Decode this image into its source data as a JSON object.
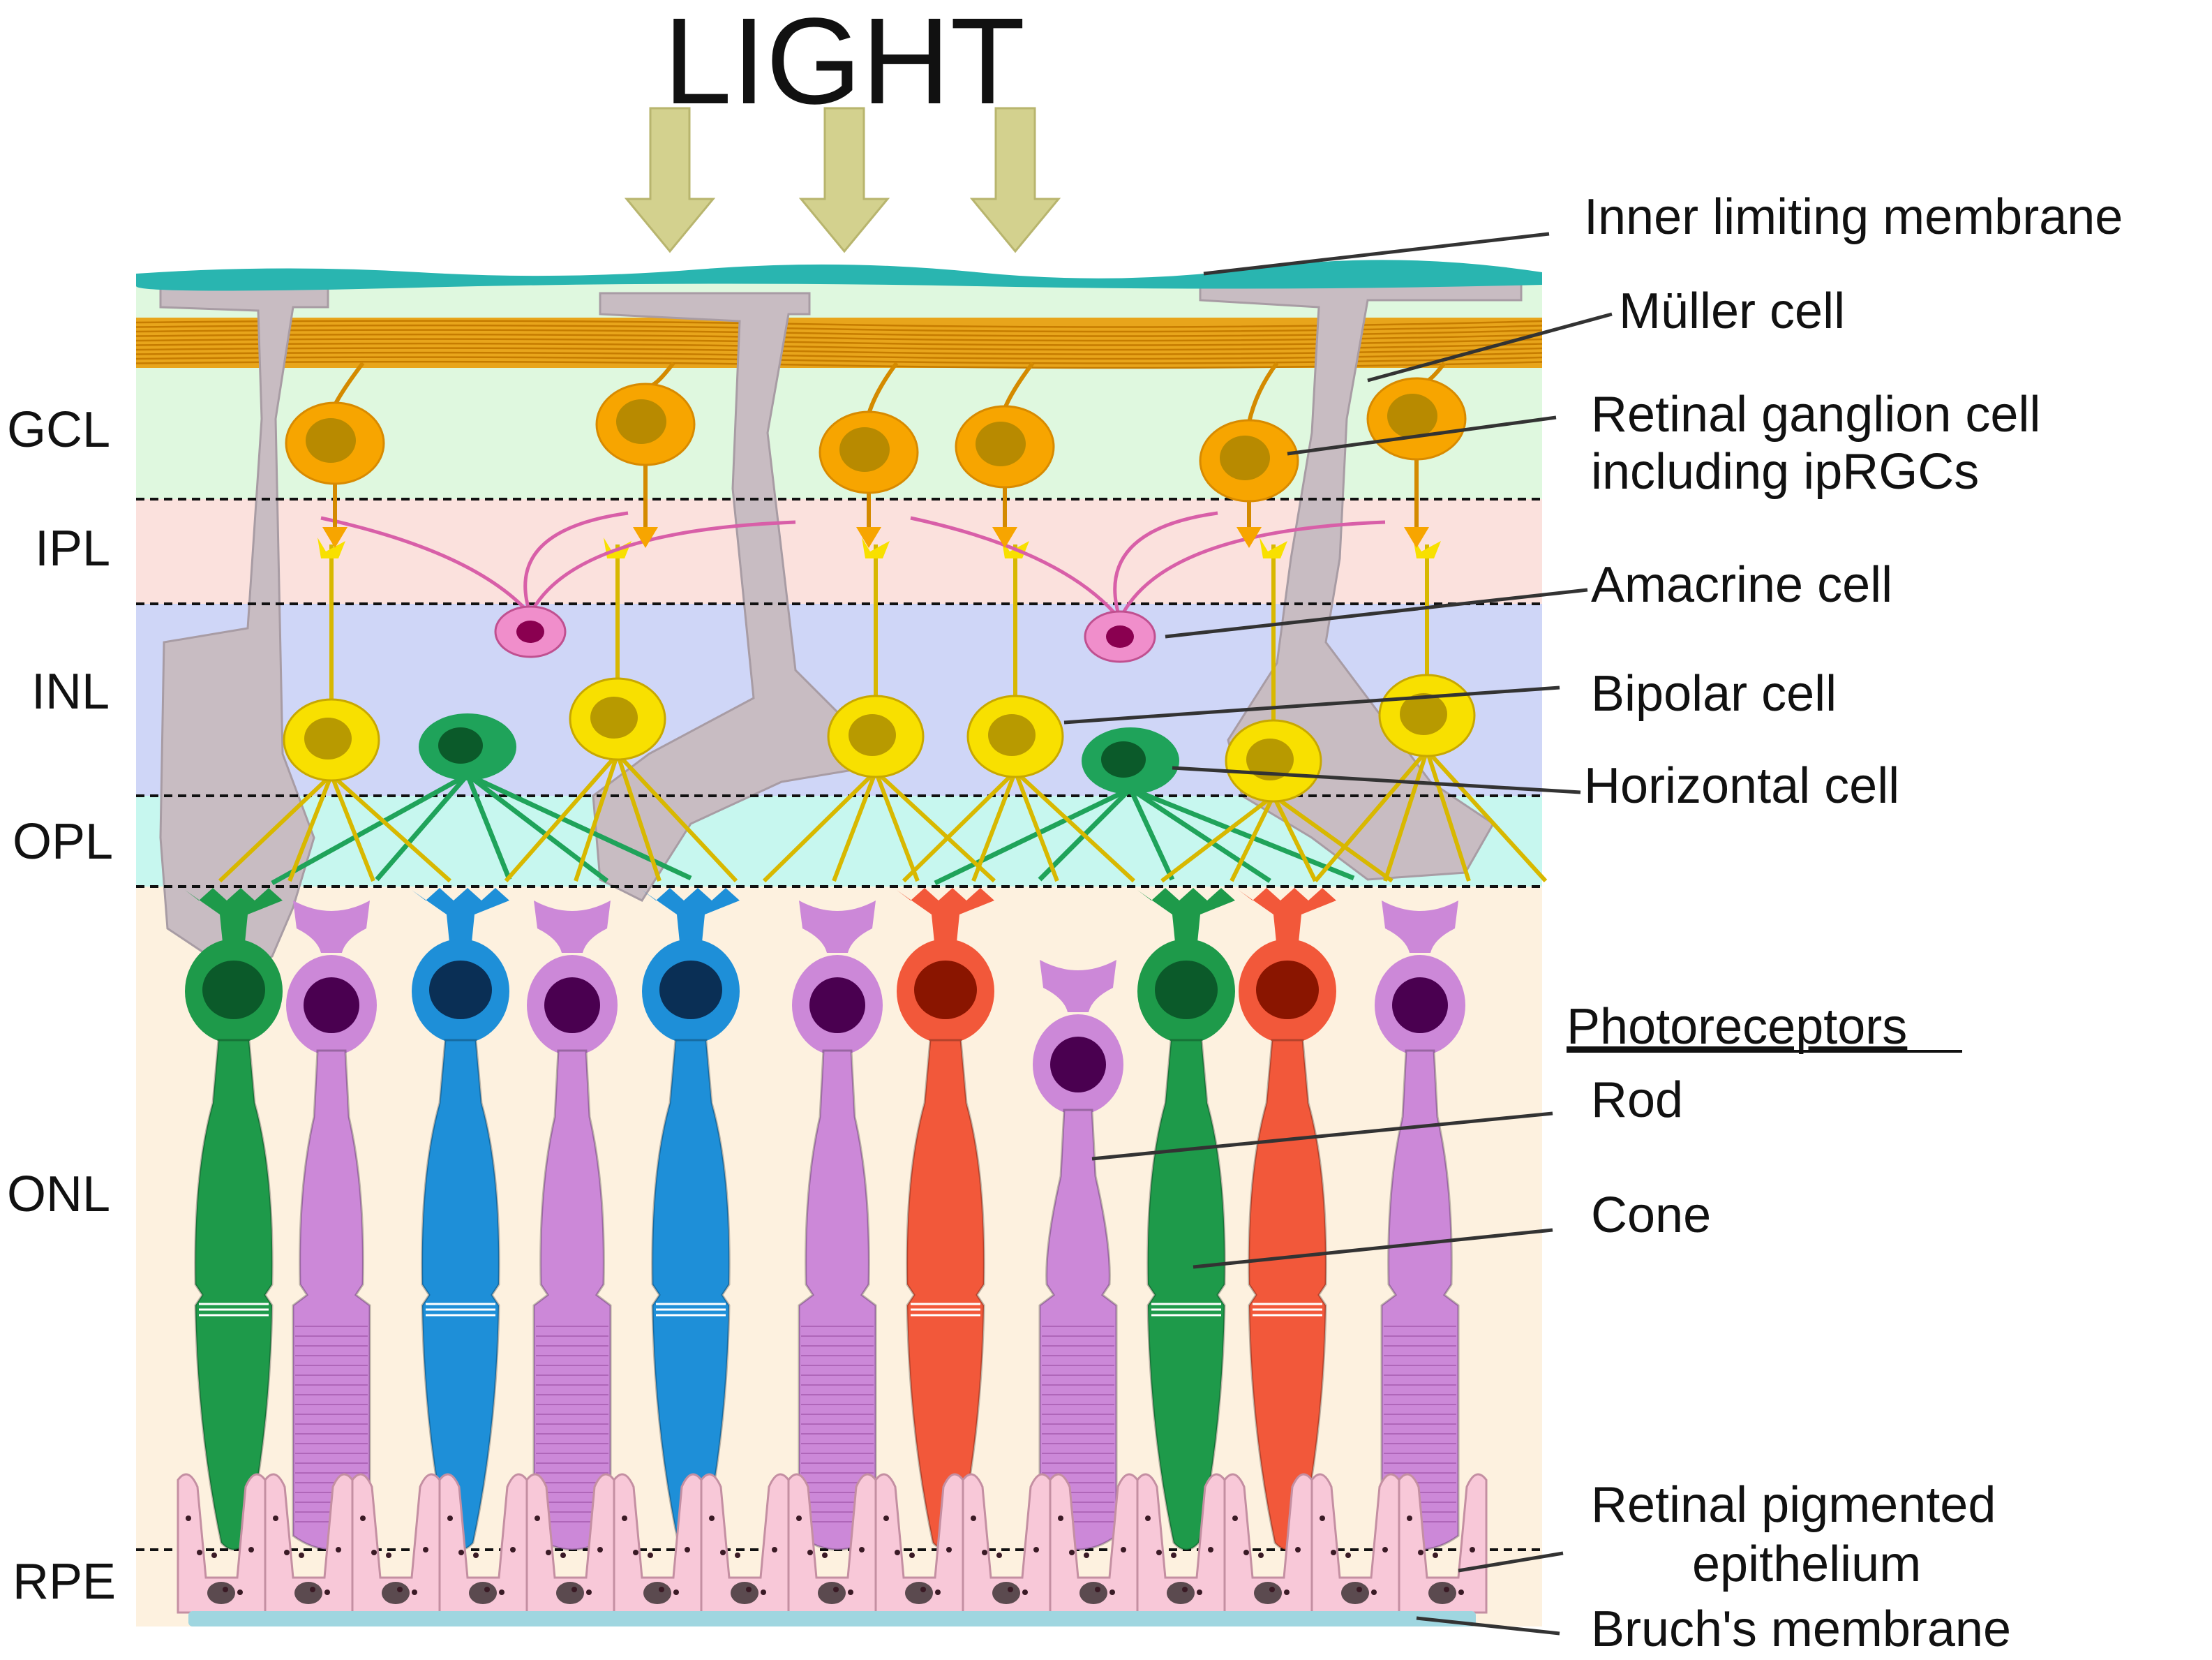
{
  "title": "LIGHT",
  "layers": [
    {
      "id": "gcl",
      "label": "GCL",
      "color": "#dff8df"
    },
    {
      "id": "ipl",
      "label": "IPL",
      "color": "#fbe1dd"
    },
    {
      "id": "inl",
      "label": "INL",
      "color": "#cfd6f7"
    },
    {
      "id": "opl",
      "label": "OPL",
      "color": "#c7f7ef"
    },
    {
      "id": "onl",
      "label": "ONL",
      "color": "#fdf1df"
    },
    {
      "id": "rpe",
      "label": "RPE",
      "color": "#fdf1df"
    }
  ],
  "callouts": {
    "inner_limiting_membrane": "Inner limiting membrane",
    "muller_cell": "Müller cell",
    "retinal_ganglion_line1": "Retinal ganglion cell",
    "retinal_ganglion_line2": "including ipRGCs",
    "amacrine_cell": "Amacrine cell",
    "bipolar_cell": "Bipolar cell",
    "horizontal_cell": "Horizontal cell",
    "photoreceptors_heading": "Photoreceptors",
    "rod": "Rod",
    "cone": "Cone",
    "rpe_line1": "Retinal pigmented",
    "rpe_line2": "epithelium",
    "bruchs_membrane": "Bruch's membrane"
  },
  "colors": {
    "membrane": "#29b5b0",
    "muller": "#c8bcc2",
    "ganglion": "#f7a500",
    "ganglion_nucleus": "#b88a00",
    "axon": "#e8a010",
    "bipolar": "#f8e000",
    "bipolar_nucleus": "#b89a00",
    "amacrine": "#f08ecb",
    "amacrine_nucleus": "#8a0050",
    "horizontal": "#1fa35a",
    "horizontal_nucleus": "#0b5a2a",
    "rod": "#cc88d8",
    "rod_nucleus": "#4a0050",
    "cone_green": "#1e9a4a",
    "cone_blue": "#1e8fd8",
    "cone_red": "#f2583a",
    "rpe": "#f8c8d8",
    "bruch": "#9fd6e0",
    "arrow": "#d3d18e"
  },
  "icons": {
    "arrow": "down-arrow-icon"
  }
}
